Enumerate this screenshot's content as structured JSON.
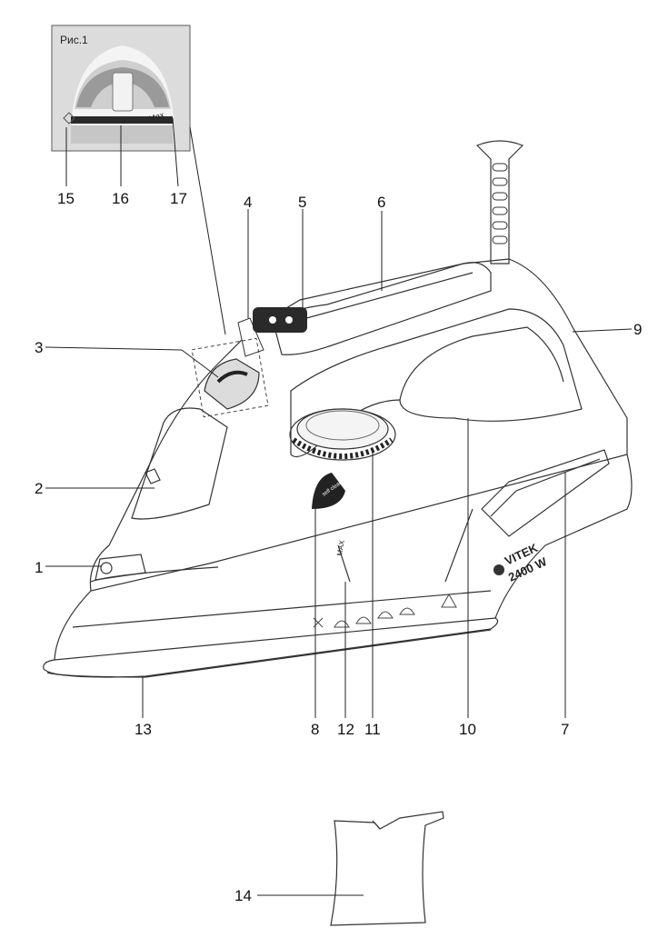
{
  "inset": {
    "caption": "Рис.1",
    "max_mark": "Max"
  },
  "iron": {
    "brand": "VITEK",
    "power": "2400 W",
    "max_line": "MAX",
    "button_label": "self clean"
  },
  "callouts": {
    "n1": "1",
    "n2": "2",
    "n3": "3",
    "n4": "4",
    "n5": "5",
    "n6": "6",
    "n7": "7",
    "n8": "8",
    "n9": "9",
    "n10": "10",
    "n11": "11",
    "n12": "12",
    "n13": "13",
    "n14": "14",
    "n15": "15",
    "n16": "16",
    "n17": "17"
  },
  "colors": {
    "line": "#333333",
    "inset_bg": "#e6e6e6",
    "inset_dial": "#8a8a8a"
  }
}
